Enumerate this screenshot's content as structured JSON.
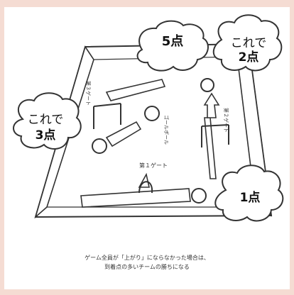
{
  "scores": {
    "top": "5点",
    "top_right_line1": "これで",
    "top_right_line2": "2点",
    "left_line1": "これで",
    "left_line2": "3点",
    "bottom_right": "1点"
  },
  "labels": {
    "start": "第１ゲート",
    "goal_pole": "ゴールポール",
    "gate_right": "第２ゲート",
    "gate_left": "第３ゲート"
  },
  "caption": {
    "line1": "ゲーム全員が「上がり」にならなかった場合は、",
    "line2": "到着点の多いチームの勝ちになる"
  },
  "colors": {
    "background": "#f5dcd3",
    "panel": "#ffffff",
    "ink": "#111111"
  }
}
